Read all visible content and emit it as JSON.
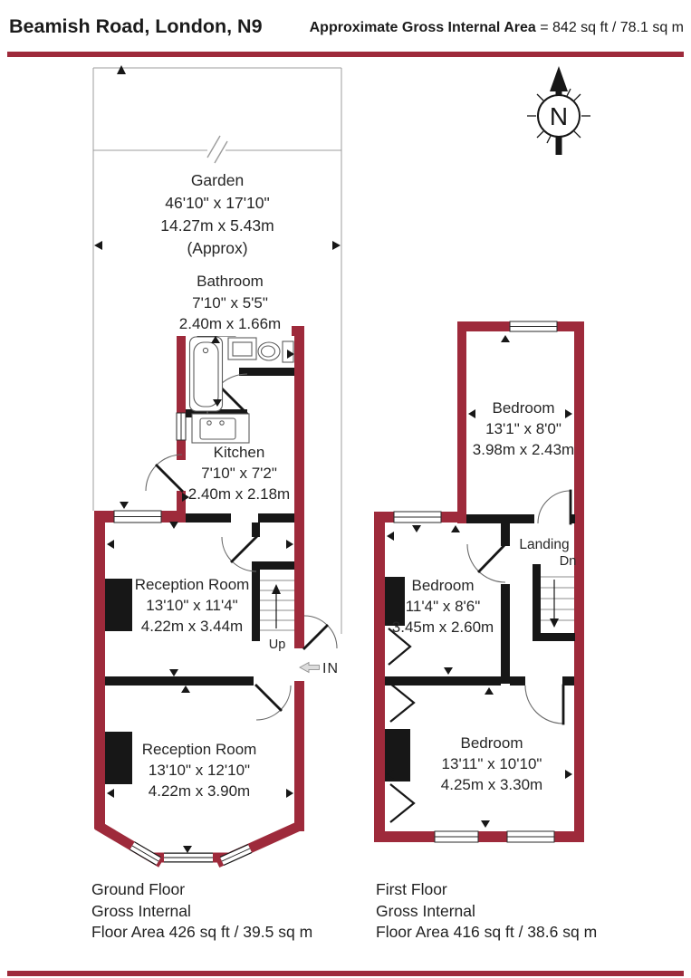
{
  "header": {
    "title": "Beamish Road, London, N9",
    "area_label": "Approximate Gross Internal Area",
    "area_value": "= 842 sq ft / 78.1 sq m"
  },
  "compass": {
    "letter": "N"
  },
  "ground_floor": {
    "garden": {
      "name": "Garden",
      "imperial": "46'10\" x 17'10\"",
      "metric": "14.27m x 5.43m",
      "note": "(Approx)"
    },
    "bathroom": {
      "name": "Bathroom",
      "imperial": "7'10\" x 5'5\"",
      "metric": "2.40m x 1.66m"
    },
    "kitchen": {
      "name": "Kitchen",
      "imperial": "7'10\" x 7'2\"",
      "metric": "2.40m x 2.18m"
    },
    "reception_room_1": {
      "name": "Reception Room",
      "imperial": "13'10\" x 11'4\"",
      "metric": "4.22m x 3.44m"
    },
    "reception_room_2": {
      "name": "Reception Room",
      "imperial": "13'10\" x 12'10\"",
      "metric": "4.22m x 3.90m"
    },
    "stairs_label": "Up",
    "entrance_label": "IN",
    "footer": {
      "line1": "Ground Floor",
      "line2": "Gross Internal",
      "line3": "Floor Area 426 sq ft / 39.5 sq m"
    }
  },
  "first_floor": {
    "bedroom_rear": {
      "name": "Bedroom",
      "imperial": "13'1\" x 8'0\"",
      "metric": "3.98m x 2.43m"
    },
    "bedroom_middle": {
      "name": "Bedroom",
      "imperial": "11'4\" x 8'6\"",
      "metric": "3.45m x 2.60m"
    },
    "bedroom_front": {
      "name": "Bedroom",
      "imperial": "13'11\" x 10'10\"",
      "metric": "4.25m x 3.30m"
    },
    "landing_label": "Landing",
    "stairs_label": "Dn",
    "footer": {
      "line1": "First Floor",
      "line2": "Gross Internal",
      "line3": "Floor Area 416 sq ft / 38.6 sq m"
    }
  },
  "colors": {
    "wall": "#9E2A3B",
    "rule": "#9E2A3B",
    "interior": "#171717",
    "fence": "#9C9C9C"
  }
}
